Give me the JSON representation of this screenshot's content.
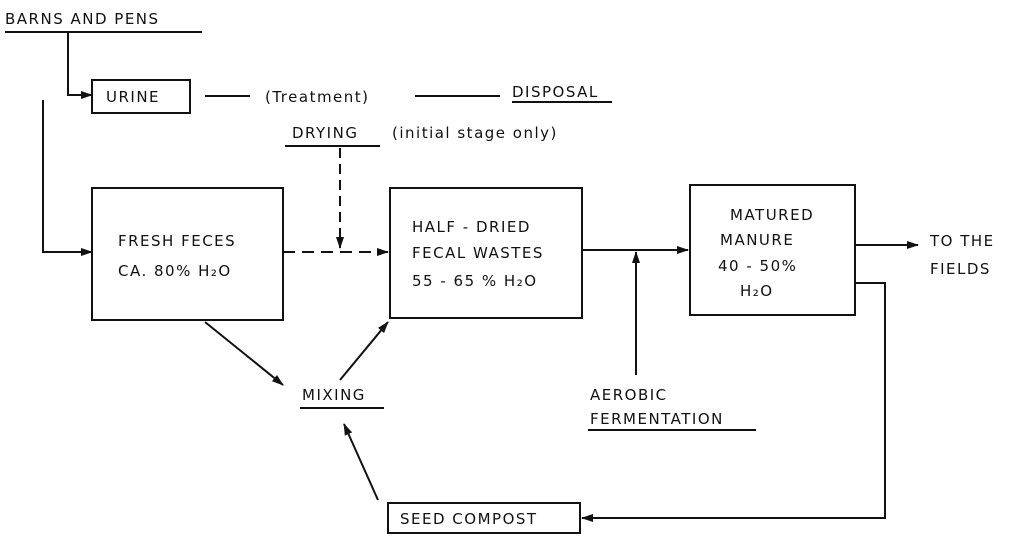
{
  "nodes": {
    "barns": "BARNS AND PENS",
    "urine": "URINE",
    "treatment": "(Treatment)",
    "disposal": "DISPOSAL",
    "drying": "DRYING",
    "drying_note": "(initial stage only)",
    "fresh_feces": {
      "line1": "FRESH FECES",
      "line2": "CA. 80% H₂O"
    },
    "half_dried": {
      "line1": "HALF - DRIED",
      "line2": "FECAL WASTES",
      "line3": "55 - 65 % H₂O"
    },
    "matured": {
      "line1": "MATURED",
      "line2": "MANURE",
      "line3": "40 - 50%",
      "line4": "H₂O"
    },
    "fields": {
      "line1": "TO THE",
      "line2": "FIELDS"
    },
    "mixing": "MIXING",
    "aerobic": {
      "line1": "AEROBIC",
      "line2": "FERMENTATION"
    },
    "seed_compost": "SEED COMPOST"
  }
}
